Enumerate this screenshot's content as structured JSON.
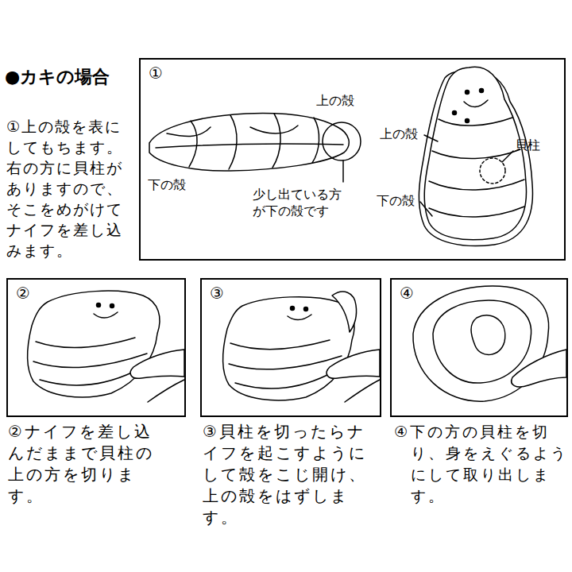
{
  "diagram": {
    "title": "●カキの場合",
    "nodes": [
      {
        "text": [
          "①"
        ]
      },
      {
        "text": [
          "②"
        ]
      },
      {
        "text": [
          "③"
        ]
      },
      {
        "text": [
          "④"
        ]
      }
    ],
    "labels": [
      "①上の殻を表にしてもちます。右の方に貝柱がありますので、そこをめがけてナイフを差し込みます。",
      "上の殻",
      "下の殻",
      "少し出ている方が下の殻です",
      "上の殻",
      "貝柱",
      "下の殻",
      "②ナイフを差し込んだままで貝柱の上の方を切ります。",
      "③貝柱を切ったらナイフを起こすようにして殻をこじ開け、上の殻をはずします。",
      "④下の方の貝柱を切り、身をえぐるようにして取り出します。"
    ]
  }
}
